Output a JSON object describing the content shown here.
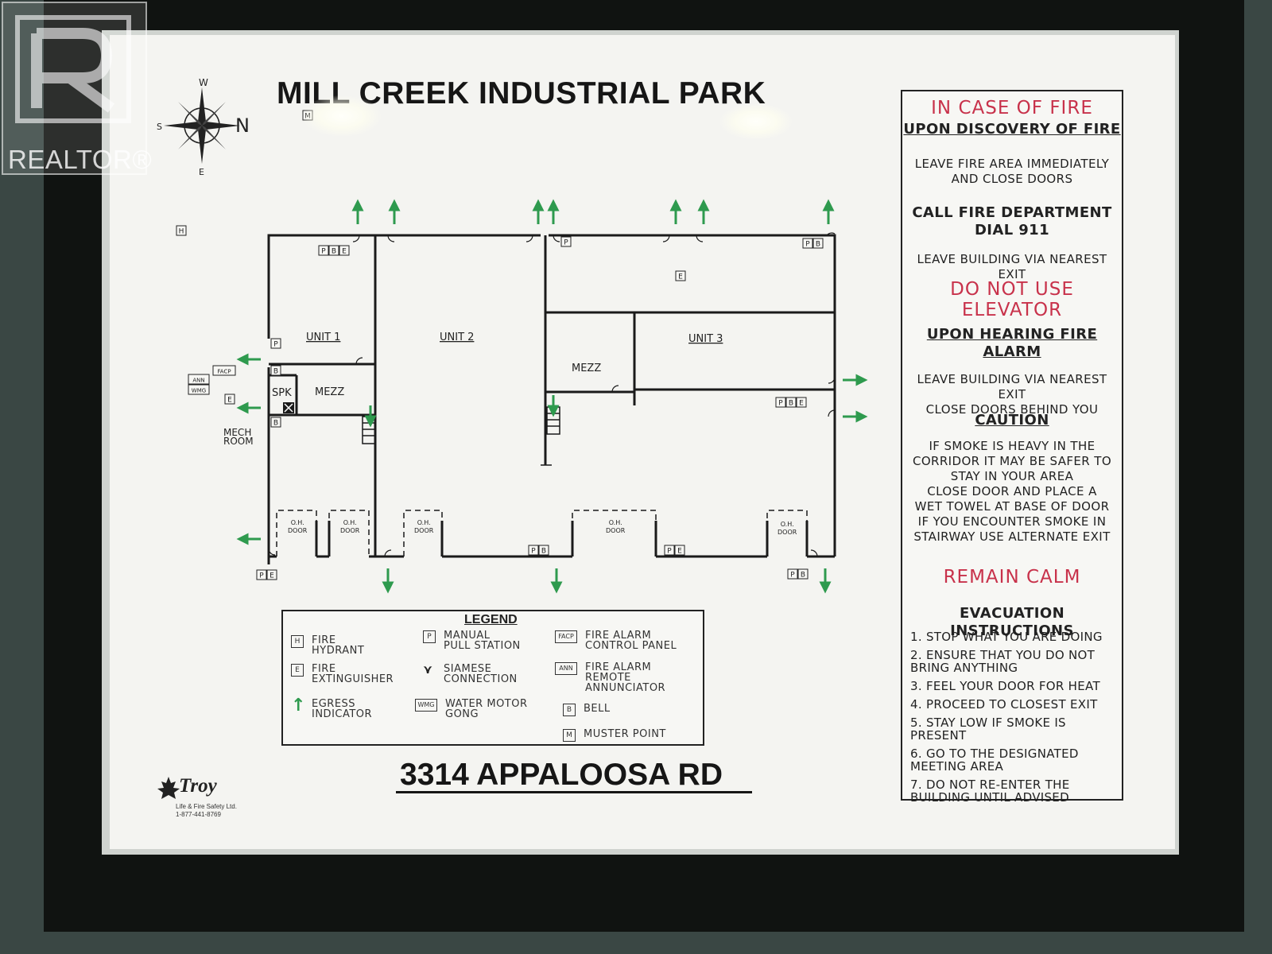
{
  "watermark": {
    "text": "REALTOR®"
  },
  "title": "MILL CREEK INDUSTRIAL PARK",
  "address": "3314 APPALOOSA RD",
  "compass": {
    "w": "W",
    "n": "N",
    "s": "S",
    "e": "E"
  },
  "rooms": {
    "unit1": "UNIT 1",
    "unit2": "UNIT 2",
    "unit3": "UNIT 3",
    "mezz_left": "MEZZ",
    "mezz_right": "MEZZ",
    "spk": "SPK",
    "mech": "MECH\nROOM",
    "oh_door": "O.H.\nDOOR"
  },
  "markers": {
    "hydrant": "H",
    "muster": "M",
    "pull": "P",
    "bell": "B",
    "extinguisher": "E",
    "facp": "FACP",
    "ann": "ANN",
    "wmg": "WMG"
  },
  "fire_panel": {
    "heading": "IN CASE OF FIRE",
    "discovery": "UPON DISCOVERY OF FIRE",
    "leave_area": "LEAVE FIRE AREA IMMEDIATELY\nAND CLOSE DOORS",
    "call": "CALL FIRE DEPARTMENT\nDIAL 911",
    "leave_exit": "LEAVE BUILDING VIA NEAREST EXIT",
    "no_elevator": "DO NOT USE\nELEVATOR",
    "alarm": "UPON HEARING FIRE\nALARM",
    "leave_close": "LEAVE BUILDING VIA NEAREST EXIT\nCLOSE DOORS BEHIND YOU",
    "caution": "CAUTION",
    "caution_text": "IF SMOKE IS HEAVY IN THE\nCORRIDOR IT MAY BE SAFER TO\nSTAY IN YOUR AREA\nCLOSE DOOR AND PLACE A\nWET TOWEL AT BASE OF DOOR\nIF YOU ENCOUNTER SMOKE IN\nSTAIRWAY USE ALTERNATE EXIT",
    "calm": "REMAIN CALM",
    "evac_title": "EVACUATION INSTRUCTIONS",
    "steps": [
      "1. STOP WHAT YOU ARE DOING",
      "2. ENSURE THAT YOU DO NOT\n    BRING ANYTHING",
      "3. FEEL YOUR DOOR FOR HEAT",
      "4. PROCEED TO CLOSEST EXIT",
      "5. STAY LOW IF SMOKE IS\n    PRESENT",
      "6. GO TO THE DESIGNATED\n    MEETING AREA",
      "7. DO NOT RE-ENTER THE\n    BUILDING UNTIL ADVISED"
    ]
  },
  "legend": {
    "title": "LEGEND",
    "items": [
      {
        "symbol": "H",
        "label": "FIRE\nHYDRANT"
      },
      {
        "symbol": "E",
        "label": "FIRE\nEXTINGUISHER"
      },
      {
        "symbol": "arrow",
        "label": "EGRESS\nINDICATOR"
      },
      {
        "symbol": "P",
        "label": "MANUAL\nPULL STATION"
      },
      {
        "symbol": "siamese",
        "label": "SIAMESE\nCONNECTION"
      },
      {
        "symbol": "WMG",
        "label": "WATER MOTOR\nGONG"
      },
      {
        "symbol": "FACP",
        "label": "FIRE ALARM\nCONTROL PANEL"
      },
      {
        "symbol": "ANN",
        "label": "FIRE ALARM\nREMOTE\nANNUNCIATOR"
      },
      {
        "symbol": "B",
        "label": "BELL"
      },
      {
        "symbol": "M",
        "label": "MUSTER POINT"
      }
    ]
  },
  "company": {
    "name": "Troy",
    "subtitle": "Life & Fire Safety Ltd.",
    "phone": "1-877-441-8769"
  },
  "colors": {
    "egress_arrow": "#2e9a4e",
    "alert_text": "#c8324b"
  }
}
